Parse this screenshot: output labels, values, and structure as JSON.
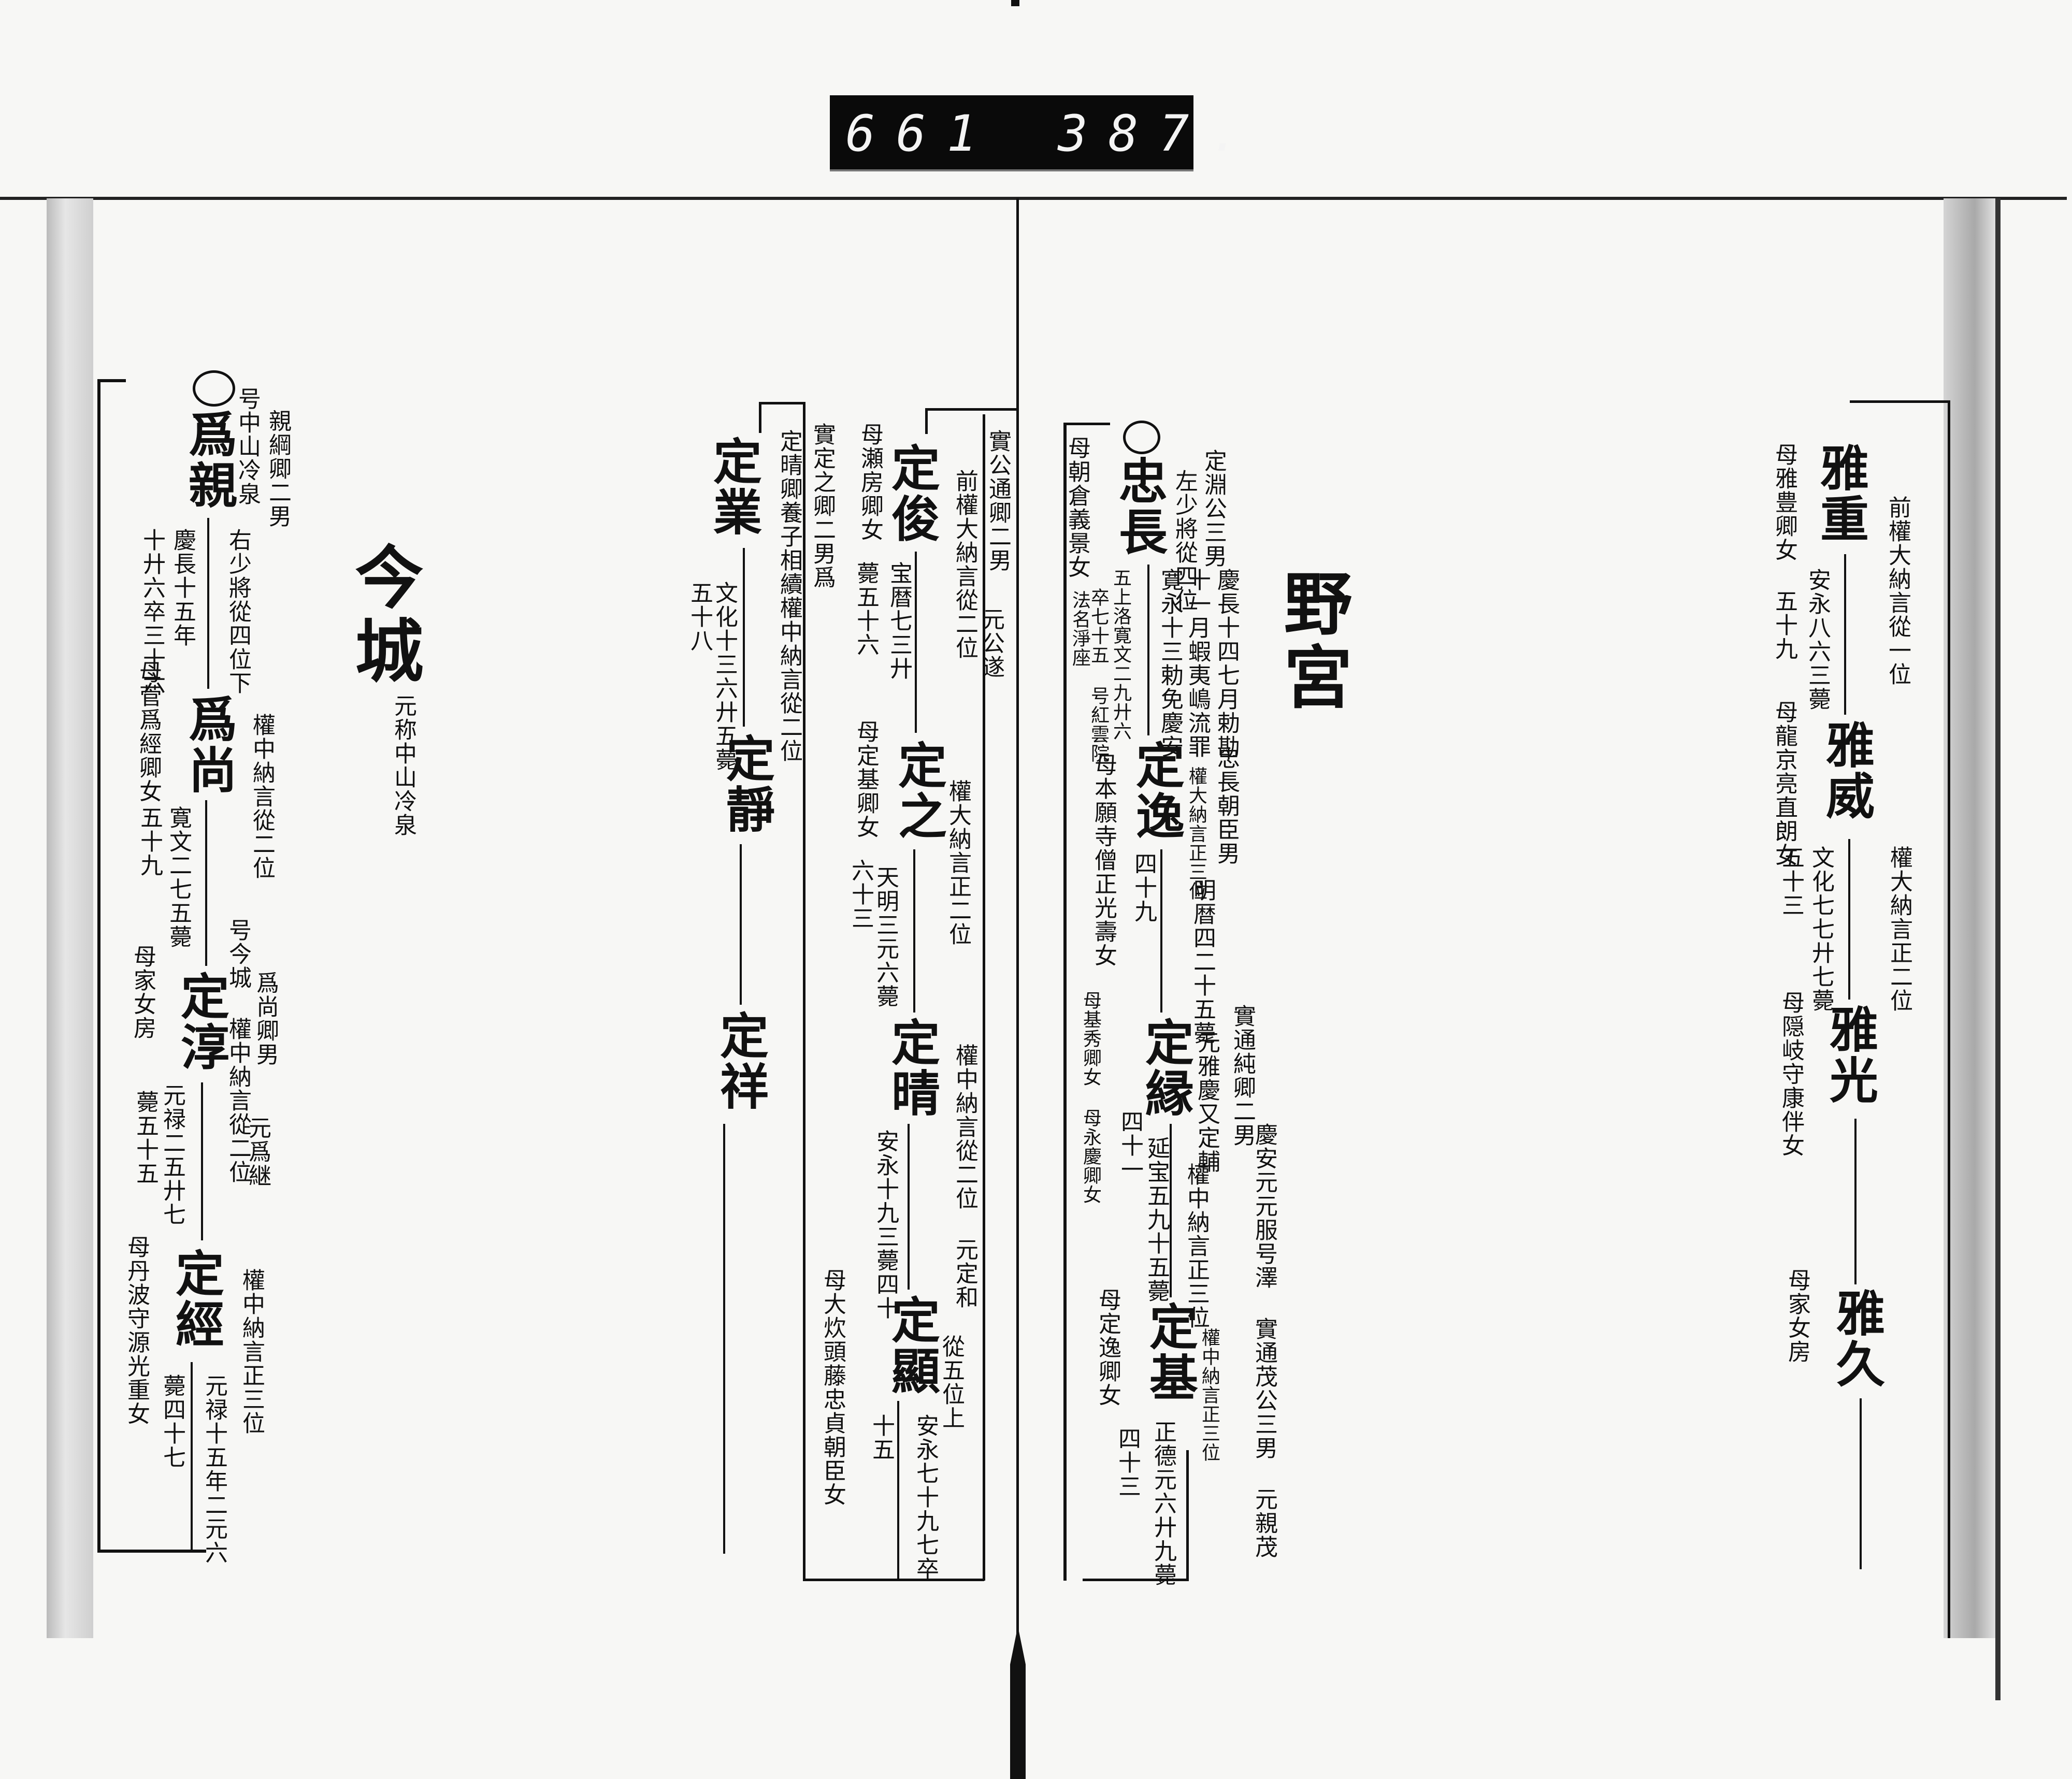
{
  "header": {
    "film_number_left": "661",
    "film_number_right": "387."
  },
  "imaki": {
    "title": "今城",
    "title_note": "元称中山冷泉",
    "members": [
      {
        "name": "爲親",
        "notes": [
          "親綱卿二男",
          "号中山冷泉",
          "右少將從四位下",
          "慶長十五年",
          "十廾六卒三十六",
          "母菅爲經卿女"
        ]
      },
      {
        "name": "爲尚",
        "notes": [
          "權中納言從二位",
          "寛文二七五薨",
          "五十九",
          "母家女房"
        ]
      },
      {
        "name": "定淳",
        "notes": [
          "号今城 權中納言從二位",
          "爲尚卿男",
          "元爲継",
          "元禄二五廾七",
          "薨五十五",
          "母丹波守源光重女"
        ]
      },
      {
        "name": "定經",
        "notes": [
          "權中納言正三位",
          "元禄十五年二元六",
          "薨四十七"
        ]
      }
    ]
  },
  "imaki_branch": {
    "members": [
      {
        "name": "定業",
        "notes": [
          "實定之卿二男爲",
          "定晴卿養子相續權中納言從二位",
          "文化十三六廾五薨",
          "五十八"
        ]
      },
      {
        "name": "定靜",
        "notes": []
      },
      {
        "name": "定祥",
        "notes": []
      },
      {
        "name": "定俊",
        "notes": [
          "實公通卿二男",
          "前權大納言從二位",
          "元公遂",
          "宝暦七三廾",
          "母瀬房卿女",
          "薨五十六"
        ]
      },
      {
        "name": "定之",
        "notes": [
          "權大納言正二位",
          "母定基卿女",
          "天明三元六薨",
          "六十三"
        ]
      },
      {
        "name": "定晴",
        "notes": [
          "權中納言從二位 元定和",
          "安永十九三薨四十"
        ]
      },
      {
        "name": "定顯",
        "notes": [
          "從五位上",
          "安永七十九七卒",
          "十五",
          "母大炊頭藤忠貞朝臣女"
        ]
      }
    ]
  },
  "nonomiya": {
    "title": "野宮",
    "members": [
      {
        "name": "忠長",
        "notes": [
          "定淵公三男",
          "左少將從四位",
          "慶長十四七月勅勘",
          "十一月蝦夷嶋流罪",
          "寛永十三勅免慶安",
          "五上洛寛文二九廾六",
          "卒七十五 号紅雲院",
          "母朝倉義景女",
          "法名淨座"
        ]
      },
      {
        "name": "定逸",
        "notes": [
          "忠長朝臣男",
          "權大納言正三位",
          "明暦四二十五薨",
          "四十九",
          "母本願寺僧正光壽女"
        ]
      },
      {
        "name": "定縁",
        "notes": [
          "實通純卿二男",
          "元雅慶又定輔",
          "權中納言正三位",
          "延宝五九十五薨",
          "四十一",
          "母基秀卿女 母永慶卿女"
        ]
      },
      {
        "name": "定基",
        "notes": [
          "慶安元元服号澤 實通茂公三男 元親茂",
          "權中納言正三位",
          "正德元六廾九薨",
          "四十三",
          "母定逸卿女"
        ]
      }
    ]
  },
  "right_page": {
    "members": [
      {
        "name": "雅重",
        "notes": [
          "前權大納言從一位",
          "安永八六三薨",
          "母雅豊卿女 五十九"
        ]
      },
      {
        "name": "雅威",
        "notes": [
          "權大納言正二位",
          "文化七七廾七薨",
          "五十三",
          "母龍京亮直朗女"
        ]
      },
      {
        "name": "雅光",
        "notes": [
          "母隠岐守康伴女"
        ]
      },
      {
        "name": "雅久",
        "notes": [
          "母家女房"
        ]
      }
    ]
  }
}
